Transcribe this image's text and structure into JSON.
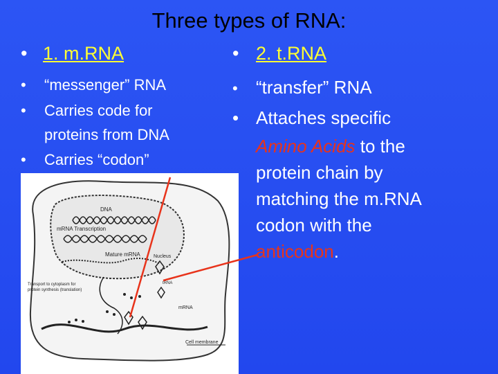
{
  "slide": {
    "title": "Three types of RNA:",
    "left": {
      "heading": "1. m.RNA",
      "b1": "“messenger” RNA",
      "b2a": "Carries code for",
      "b2b": "proteins from DNA",
      "b3": "Carries “codon”"
    },
    "right": {
      "heading": "2. t.RNA",
      "b1": "“transfer” RNA",
      "b2a": "Attaches specific",
      "b2_red": "Amino Acids",
      "b2_after": " to the",
      "b2c": "protein chain by",
      "b2d": "matching the m.RNA",
      "b2e": "codon with the",
      "b2_red2": "anticodon",
      "b2_end": "."
    },
    "diagram": {
      "dna": "DNA",
      "transcription": "mRNA Transcription",
      "mature": "Mature mRNA",
      "nucleus": "Nucleus",
      "transport1": "Transport to cytoplasm for",
      "transport2": "protein synthesis (translation)",
      "trna": "tRNA",
      "mrna": "mRNA",
      "membrane": "Cell membrane"
    },
    "colors": {
      "background": "#2a52f2",
      "heading": "#ffff33",
      "highlight": "#e8331b",
      "arrow": "#e8331b"
    }
  }
}
